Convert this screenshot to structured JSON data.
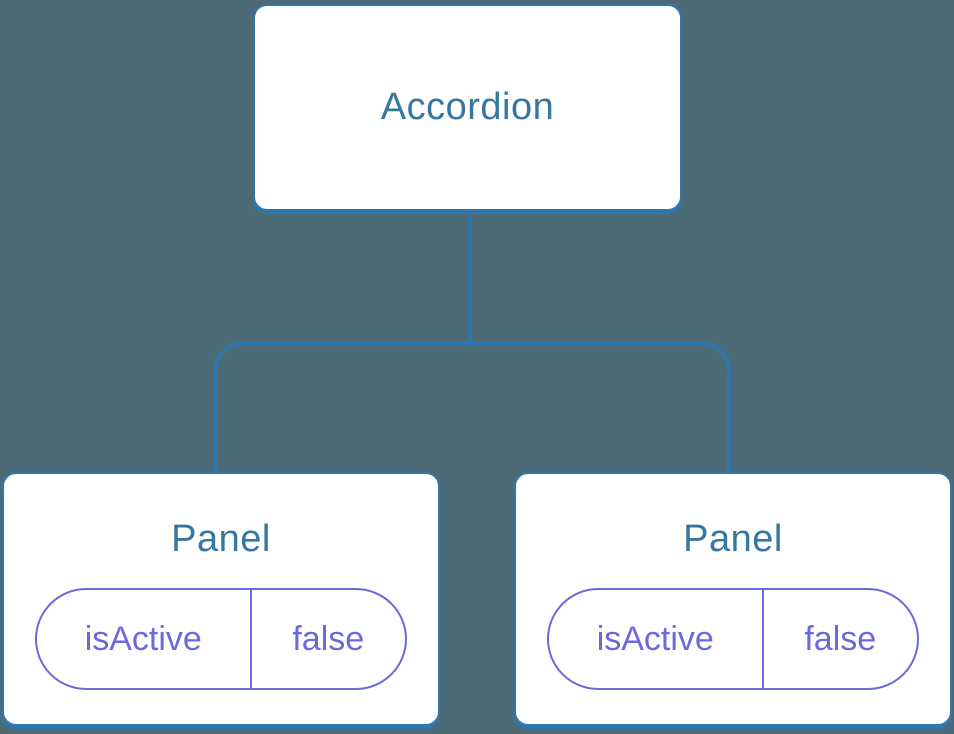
{
  "diagram": {
    "type": "component-tree",
    "colors": {
      "background": "#4d6a77",
      "node_fill": "#ffffff",
      "node_border": "#2e76ae",
      "node_text": "#35779f",
      "connector": "#2e76ae",
      "prop_accent": "#6a69de"
    },
    "tree": {
      "root": {
        "label": "Accordion"
      },
      "children": [
        {
          "label": "Panel",
          "props": [
            {
              "name": "isActive",
              "value": "false"
            }
          ]
        },
        {
          "label": "Panel",
          "props": [
            {
              "name": "isActive",
              "value": "false"
            }
          ]
        }
      ]
    }
  }
}
